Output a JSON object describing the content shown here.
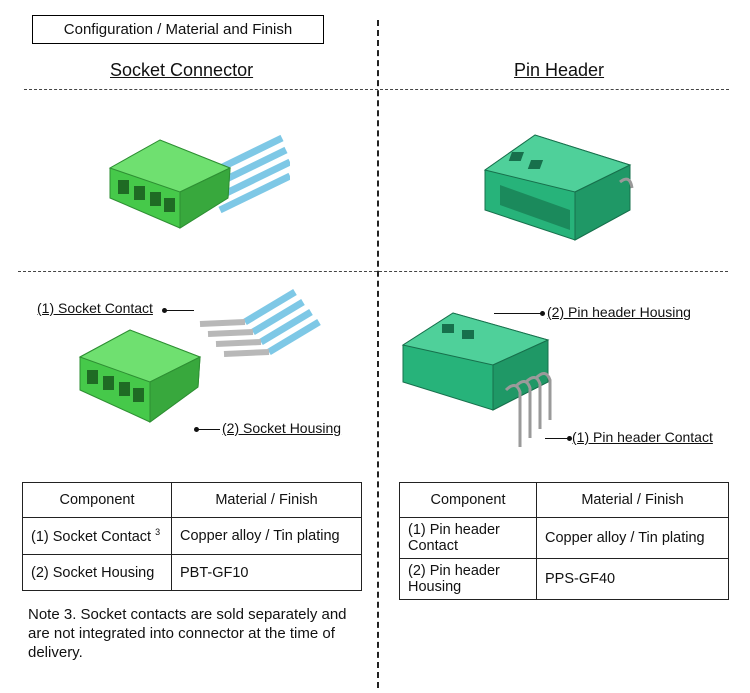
{
  "title": "Configuration / Material and Finish",
  "left": {
    "heading": "Socket Connector",
    "callouts": {
      "contact": "(1) Socket Contact",
      "housing": "(2) Socket Housing"
    },
    "table": {
      "headers": [
        "Component",
        "Material / Finish"
      ],
      "rows": [
        {
          "component": "(1) Socket Contact",
          "sup": "3",
          "material": "Copper alloy / Tin plating"
        },
        {
          "component": "(2) Socket Housing",
          "material": "PBT-GF10"
        }
      ]
    },
    "note": "Note 3. Socket contacts are sold separately and are not integrated into connector at the time of delivery."
  },
  "right": {
    "heading": "Pin Header",
    "callouts": {
      "housing": "(2) Pin header Housing",
      "contact": "(1) Pin header Contact"
    },
    "table": {
      "headers": [
        "Component",
        "Material / Finish"
      ],
      "rows": [
        {
          "component": "(1) Pin header Contact",
          "material": "Copper alloy / Tin plating"
        },
        {
          "component": "(2) Pin header Housing",
          "material": "PPS-GF40"
        }
      ]
    }
  },
  "colors": {
    "socket_green": "#46c94a",
    "header_green": "#27b37a",
    "wire_blue": "#7ec8e6"
  }
}
